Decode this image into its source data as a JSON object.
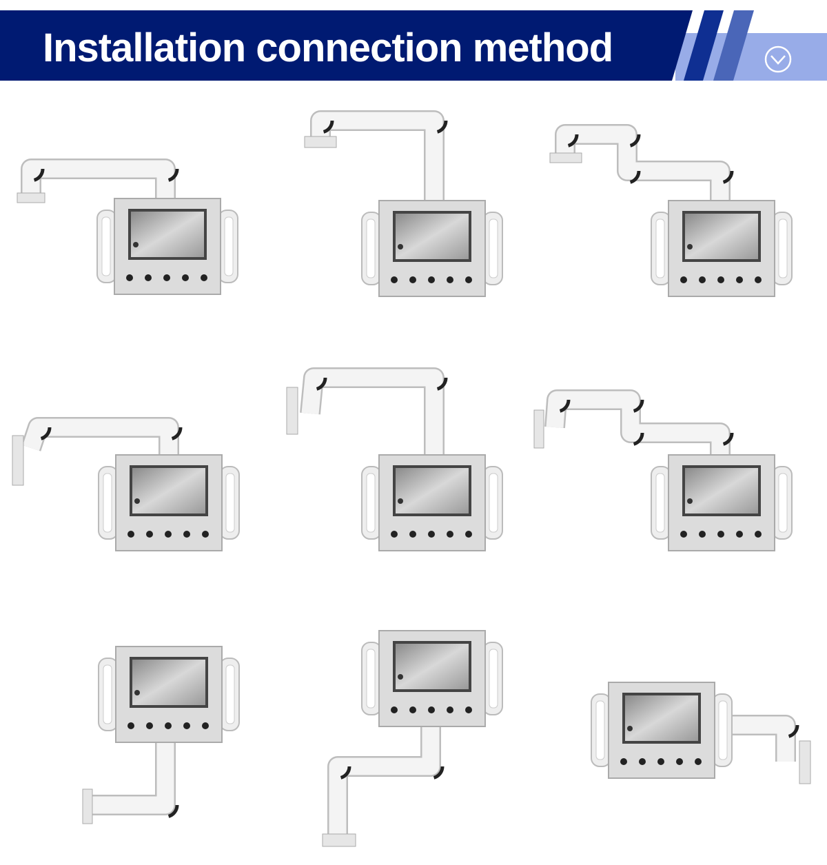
{
  "header": {
    "title": "Installation connection method",
    "icon": "chevron-down-circle-icon",
    "colors": {
      "navy": "#001a72",
      "mid": "#0f2f92",
      "light": "#4a66b8",
      "pale": "#98ace8"
    }
  },
  "products": [
    {
      "label": "arm-top-side-ceiling"
    },
    {
      "label": "arm-top-center-ceiling"
    },
    {
      "label": "arm-double-elbow-ceiling"
    },
    {
      "label": "arm-top-side-wall"
    },
    {
      "label": "arm-top-center-wall"
    },
    {
      "label": "arm-double-elbow-wall"
    },
    {
      "label": "arm-bottom-floor-side"
    },
    {
      "label": "arm-bottom-floor-center"
    },
    {
      "label": "arm-side-wall"
    }
  ]
}
